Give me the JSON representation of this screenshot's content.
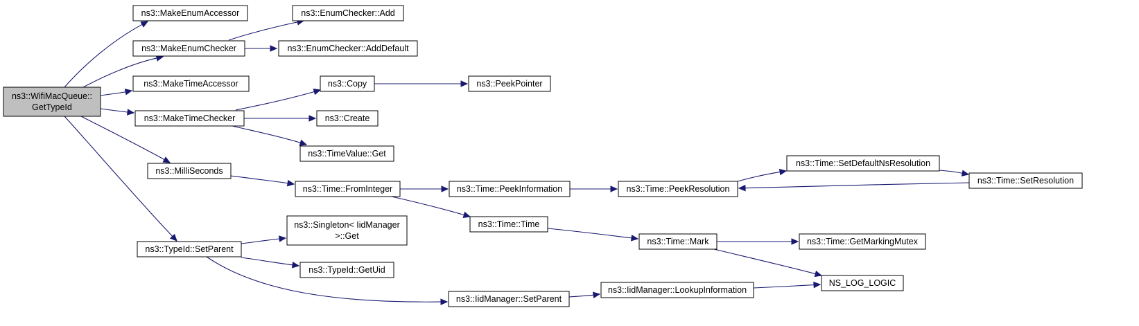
{
  "graph": {
    "colors": {
      "edge": "#191970",
      "root_fill": "#bfbfbf",
      "node_fill": "#ffffff",
      "node_border": "#000000"
    },
    "nodes": [
      {
        "id": "root",
        "lines": [
          "ns3::WifiMacQueue::",
          "GetTypeId"
        ],
        "highlighted": true
      },
      {
        "id": "makeEnumAccessor",
        "lines": [
          "ns3::MakeEnumAccessor"
        ]
      },
      {
        "id": "makeEnumChecker",
        "lines": [
          "ns3::MakeEnumChecker"
        ]
      },
      {
        "id": "makeTimeAccessor",
        "lines": [
          "ns3::MakeTimeAccessor"
        ]
      },
      {
        "id": "makeTimeChecker",
        "lines": [
          "ns3::MakeTimeChecker"
        ]
      },
      {
        "id": "milliSeconds",
        "lines": [
          "ns3::MilliSeconds"
        ]
      },
      {
        "id": "typeIdSetParent",
        "lines": [
          "ns3::TypeId::SetParent"
        ]
      },
      {
        "id": "enumCheckerAdd",
        "lines": [
          "ns3::EnumChecker::Add"
        ]
      },
      {
        "id": "enumCheckerAddDefault",
        "lines": [
          "ns3::EnumChecker::AddDefault"
        ]
      },
      {
        "id": "copy",
        "lines": [
          "ns3::Copy"
        ]
      },
      {
        "id": "peekPointer",
        "lines": [
          "ns3::PeekPointer"
        ]
      },
      {
        "id": "create",
        "lines": [
          "ns3::Create"
        ]
      },
      {
        "id": "timeValueGet",
        "lines": [
          "ns3::TimeValue::Get"
        ]
      },
      {
        "id": "timeFromInteger",
        "lines": [
          "ns3::Time::FromInteger"
        ]
      },
      {
        "id": "timePeekInformation",
        "lines": [
          "ns3::Time::PeekInformation"
        ]
      },
      {
        "id": "timePeekResolution",
        "lines": [
          "ns3::Time::PeekResolution"
        ]
      },
      {
        "id": "timeSetDefaultNsResolution",
        "lines": [
          "ns3::Time::SetDefaultNsResolution"
        ]
      },
      {
        "id": "timeSetResolution",
        "lines": [
          "ns3::Time::SetResolution"
        ]
      },
      {
        "id": "timeTime",
        "lines": [
          "ns3::Time::Time"
        ]
      },
      {
        "id": "timeMark",
        "lines": [
          "ns3::Time::Mark"
        ]
      },
      {
        "id": "timeGetMarkingMutex",
        "lines": [
          "ns3::Time::GetMarkingMutex"
        ]
      },
      {
        "id": "nsLogLogic",
        "lines": [
          "NS_LOG_LOGIC"
        ]
      },
      {
        "id": "singletonGet",
        "lines": [
          "ns3::Singleton< IidManager",
          ">::Get"
        ]
      },
      {
        "id": "typeIdGetUid",
        "lines": [
          "ns3::TypeId::GetUid"
        ]
      },
      {
        "id": "iidManagerSetParent",
        "lines": [
          "ns3::IidManager::SetParent"
        ]
      },
      {
        "id": "iidManagerLookupInformation",
        "lines": [
          "ns3::IidManager::LookupInformation"
        ]
      }
    ],
    "edges": [
      {
        "from": "root",
        "to": "makeEnumAccessor"
      },
      {
        "from": "root",
        "to": "makeEnumChecker"
      },
      {
        "from": "root",
        "to": "makeTimeAccessor"
      },
      {
        "from": "root",
        "to": "makeTimeChecker"
      },
      {
        "from": "root",
        "to": "milliSeconds"
      },
      {
        "from": "root",
        "to": "typeIdSetParent"
      },
      {
        "from": "makeEnumChecker",
        "to": "enumCheckerAdd"
      },
      {
        "from": "makeEnumChecker",
        "to": "enumCheckerAddDefault"
      },
      {
        "from": "makeTimeChecker",
        "to": "copy"
      },
      {
        "from": "makeTimeChecker",
        "to": "create"
      },
      {
        "from": "makeTimeChecker",
        "to": "timeValueGet"
      },
      {
        "from": "copy",
        "to": "peekPointer"
      },
      {
        "from": "milliSeconds",
        "to": "timeFromInteger"
      },
      {
        "from": "timeFromInteger",
        "to": "timePeekInformation"
      },
      {
        "from": "timeFromInteger",
        "to": "timeTime"
      },
      {
        "from": "timePeekInformation",
        "to": "timePeekResolution"
      },
      {
        "from": "timePeekResolution",
        "to": "timeSetDefaultNsResolution"
      },
      {
        "from": "timeSetDefaultNsResolution",
        "to": "timeSetResolution"
      },
      {
        "from": "timeSetResolution",
        "to": "timePeekResolution"
      },
      {
        "from": "timeTime",
        "to": "timeMark"
      },
      {
        "from": "timeMark",
        "to": "timeGetMarkingMutex"
      },
      {
        "from": "timeMark",
        "to": "nsLogLogic"
      },
      {
        "from": "typeIdSetParent",
        "to": "singletonGet"
      },
      {
        "from": "typeIdSetParent",
        "to": "typeIdGetUid"
      },
      {
        "from": "typeIdSetParent",
        "to": "iidManagerSetParent"
      },
      {
        "from": "iidManagerSetParent",
        "to": "iidManagerLookupInformation"
      },
      {
        "from": "iidManagerLookupInformation",
        "to": "nsLogLogic"
      }
    ]
  }
}
